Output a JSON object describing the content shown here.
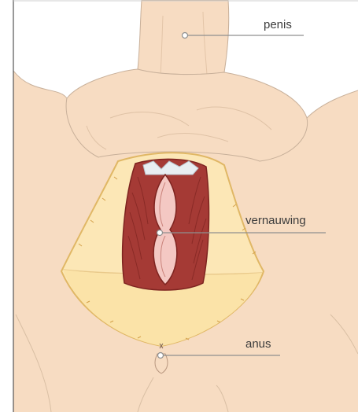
{
  "labels": {
    "penis": "penis",
    "stricture": "vernauwing",
    "anus": "anus"
  },
  "colors": {
    "skin": "#f7dcc2",
    "skin_outline": "#c8b09a",
    "flap_fill": "#fce7b6",
    "flap_edge": "#e0b765",
    "muscle": "#a53a35",
    "muscle_dark": "#7e2420",
    "lumen": "#f4c8c3",
    "leader_line": "#8f8f8f",
    "frame": "#555555"
  }
}
